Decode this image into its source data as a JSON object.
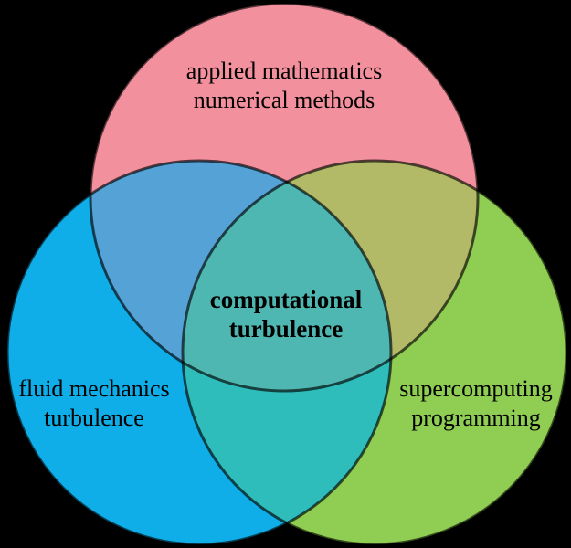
{
  "diagram": {
    "type": "venn-3",
    "background_color": "#000000",
    "outline_color": "#000000",
    "text_color": "#000000",
    "sets": [
      {
        "id": "applied-mathematics",
        "position": "top",
        "line1": "applied mathematics",
        "line2": "numerical methods",
        "color": "#F2909D"
      },
      {
        "id": "fluid-mechanics",
        "position": "bottom-left",
        "line1": "fluid mechanics",
        "line2": "turbulence",
        "color": "#0FAEE8"
      },
      {
        "id": "supercomputing",
        "position": "bottom-right",
        "line1": "supercomputing",
        "line2": "programming",
        "color": "#8FCE52"
      }
    ],
    "intersections": {
      "applied_fluid": {
        "color": "#55A3D6"
      },
      "applied_super": {
        "color": "#B2BA67"
      },
      "fluid_super": {
        "color": "#2FBDBB"
      },
      "center": {
        "color": "#4FB7B2",
        "line1": "computational",
        "line2": "turbulence"
      }
    }
  }
}
